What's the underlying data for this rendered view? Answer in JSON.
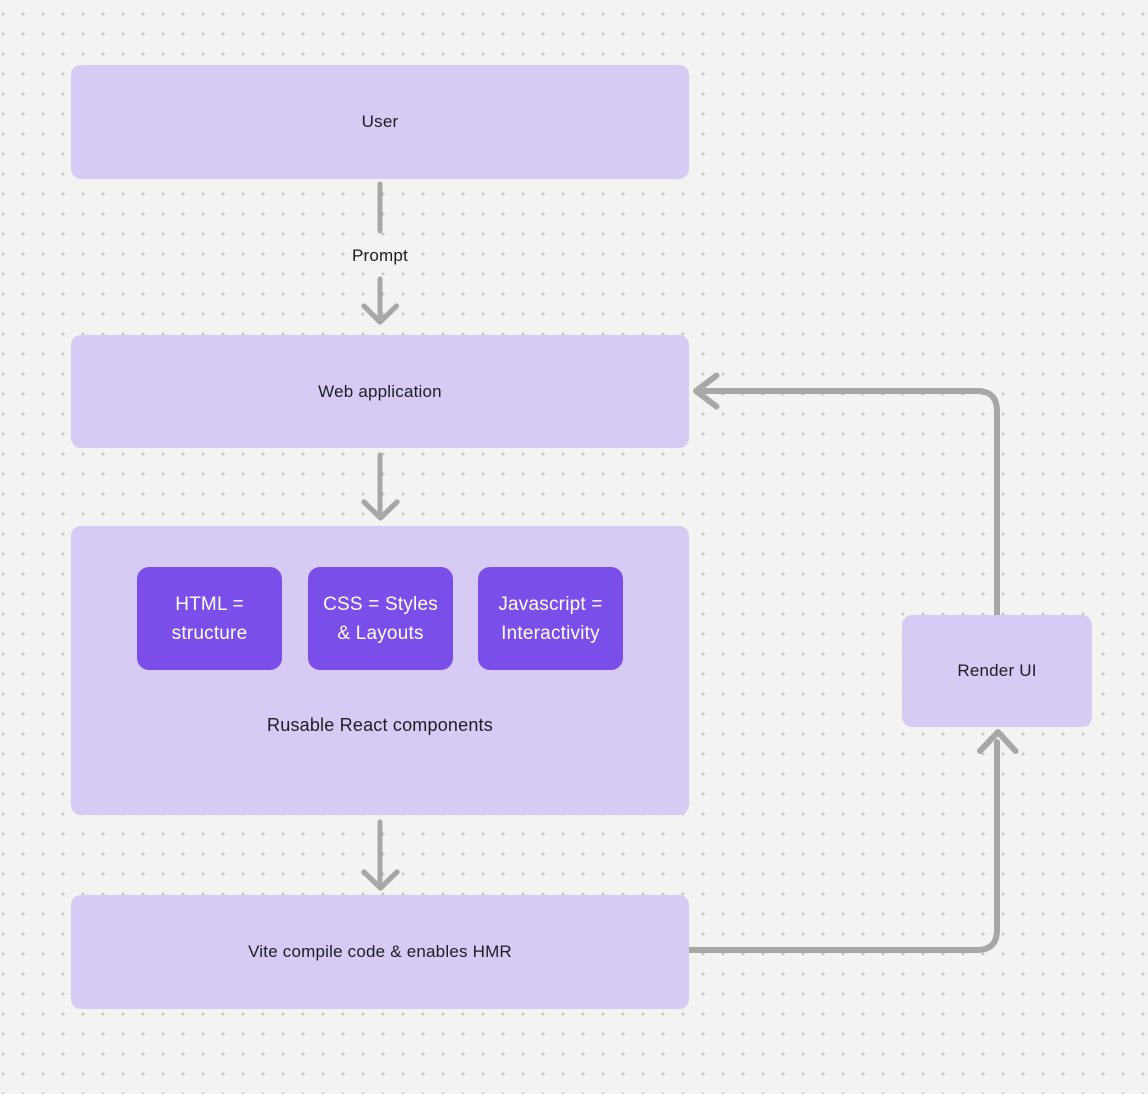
{
  "colors": {
    "background": "#f4f3f2",
    "dot": "#c5c3c1",
    "box_light": "#d7cbf5",
    "box_accent": "#7c4ee9",
    "text_dark": "#1d1d1f",
    "text_light": "#ffffff",
    "connector": "#a9a7a5"
  },
  "nodes": {
    "user": {
      "label": "User"
    },
    "web_application": {
      "label": "Web application"
    },
    "components_group": {
      "caption": "Rusable React components",
      "children": [
        {
          "label": "HTML =\nstructure"
        },
        {
          "label": "CSS = Styles\n& Layouts"
        },
        {
          "label": "Javascript =\nInteractivity"
        }
      ]
    },
    "vite": {
      "label": "Vite compile code & enables HMR"
    },
    "render_ui": {
      "label": "Render UI"
    }
  },
  "edges": {
    "user_to_web_application": {
      "label": "Prompt",
      "from": "user",
      "to": "web_application"
    },
    "web_application_to_components": {
      "from": "web_application",
      "to": "components_group"
    },
    "components_to_vite": {
      "from": "components_group",
      "to": "vite"
    },
    "vite_to_render_ui": {
      "from": "vite",
      "to": "render_ui"
    },
    "render_ui_to_web_application": {
      "from": "render_ui",
      "to": "web_application"
    }
  }
}
